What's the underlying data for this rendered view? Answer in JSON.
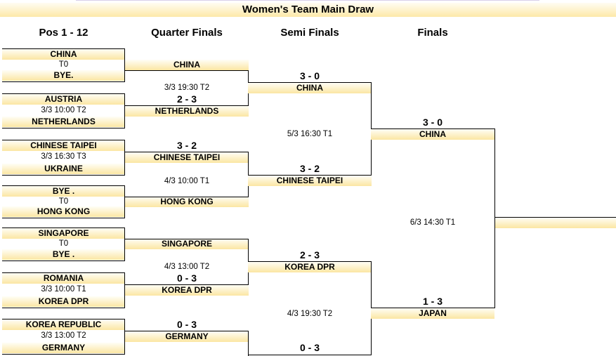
{
  "title": "Women's Team Main Draw",
  "columns": [
    "Pos 1 - 12",
    "Quarter Finals",
    "Semi Finals",
    "Finals"
  ],
  "r1": [
    {
      "top": "CHINA",
      "info": "T0",
      "bottom": "BYE."
    },
    {
      "top": "AUSTRIA",
      "info": "3/3 10:00 T2",
      "bottom": "NETHERLANDS"
    },
    {
      "top": "CHINESE TAIPEI",
      "info": "3/3 16:30  T3",
      "bottom": "UKRAINE"
    },
    {
      "top": "BYE .",
      "info": "T0",
      "bottom": "HONG KONG"
    },
    {
      "top": "SINGAPORE",
      "info": "T0",
      "bottom": "BYE ."
    },
    {
      "top": "ROMANIA",
      "info": "3/3 10:00  T1",
      "bottom": "KOREA DPR"
    },
    {
      "top": "KOREA REPUBLIC",
      "info": "3/3 13:00  T2",
      "bottom": "GERMANY"
    }
  ],
  "qf": [
    {
      "team": "CHINA",
      "score": ""
    },
    {
      "team": "NETHERLANDS",
      "score": "2 - 3"
    },
    {
      "team": "CHINESE TAIPEI",
      "score": "3 - 2"
    },
    {
      "team": "HONG KONG",
      "score": ""
    },
    {
      "team": "SINGAPORE",
      "score": ""
    },
    {
      "team": "KOREA DPR",
      "score": "0 - 3"
    },
    {
      "team": "GERMANY",
      "score": "0 - 3"
    }
  ],
  "qf_info": [
    "3/3 19:30  T2",
    "4/3 10:00  T1",
    "4/3 13:00  T2"
  ],
  "sf": [
    {
      "team": "CHINA",
      "score": "3 - 0"
    },
    {
      "team": "CHINESE TAIPEI",
      "score": "3 - 2"
    },
    {
      "team": "KOREA DPR",
      "score": "2 - 3"
    },
    {
      "team": "",
      "score": "0 - 3"
    }
  ],
  "sf_info": [
    "5/3 16:30  T1",
    "4/3 19:30  T2"
  ],
  "f": [
    {
      "team": "CHINA",
      "score": "3 - 0"
    },
    {
      "team": "JAPAN",
      "score": "1 - 3"
    }
  ],
  "f_info": [
    "6/3 14:30  T1"
  ]
}
